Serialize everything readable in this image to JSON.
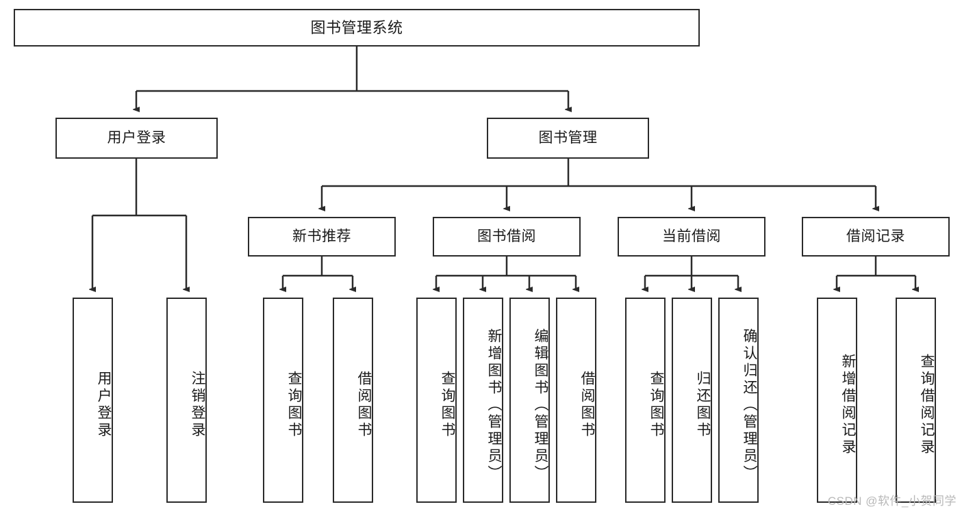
{
  "diagram": {
    "title": "图书管理系统",
    "watermark": "CSDN @软件_小贺同学",
    "levels": {
      "root": {
        "label": "图书管理系统"
      },
      "level1": [
        {
          "label": "用户登录"
        },
        {
          "label": "图书管理"
        }
      ],
      "level2": [
        {
          "label": "新书推荐"
        },
        {
          "label": "图书借阅"
        },
        {
          "label": "当前借阅"
        },
        {
          "label": "借阅记录"
        }
      ],
      "leaves": [
        {
          "label": "用户登录"
        },
        {
          "label": "注销登录"
        },
        {
          "label": "查询图书"
        },
        {
          "label": "借阅图书"
        },
        {
          "label": "查询图书"
        },
        {
          "label": "新增图书（管理员）"
        },
        {
          "label": "编辑图书（管理员）"
        },
        {
          "label": "借阅图书"
        },
        {
          "label": "查询图书"
        },
        {
          "label": "归还图书"
        },
        {
          "label": "确认归还（管理员）"
        },
        {
          "label": "新增借阅记录"
        },
        {
          "label": "查询借阅记录"
        }
      ]
    },
    "colors": {
      "stroke": "#2b2b2b",
      "fill": "#ffffff",
      "text": "#1a1a1a",
      "watermark": "#b8b8b8"
    }
  }
}
